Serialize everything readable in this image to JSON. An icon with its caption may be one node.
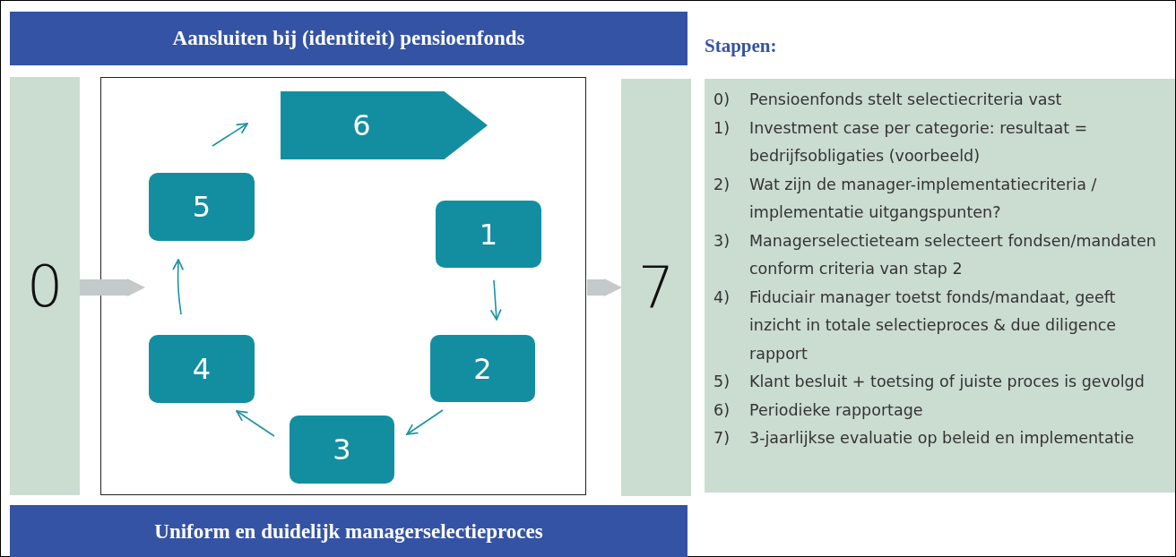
{
  "diagram": {
    "nodes": [
      {
        "text": [
          "Aansluiten bij (identiteit) pensioenfonds"
        ]
      },
      {
        "text": [
          "Uniform en duidelijk managerselectieproces"
        ]
      },
      {
        "text": [
          "0"
        ]
      },
      {
        "text": [],
        "shape": "box"
      },
      {
        "text": [
          "1"
        ],
        "in": 3
      },
      {
        "text": [
          "2"
        ],
        "in": 3
      },
      {
        "text": [
          "3"
        ],
        "in": 3
      },
      {
        "text": [
          "4"
        ],
        "in": 3
      },
      {
        "text": [
          "5"
        ],
        "in": 3
      },
      {
        "text": [
          "6"
        ],
        "in": 3
      },
      {
        "text": [
          "7"
        ]
      },
      {
        "text": [
          "0)",
          "Pensioenfonds stelt selectiecriteria vast",
          "1)",
          "Investment case per categorie: resultaat = bedrijfsobligaties (voorbeeld)",
          "2)",
          "Wat zijn de manager-implementatiecriteria / implementatie uitgangspunten?",
          "3)",
          "Managerselectieteam selecteert fondsen/mandaten conform criteria van stap 2",
          "4)",
          "Fiduciair manager toetst fonds/mandaat, geeft inzicht in totale selectieproces & due diligence rapport",
          "5)",
          "Klant besluit + toetsing of juiste proces is gevolgd",
          "6)",
          "Periodieke rapportage",
          "7)",
          "3-jaarlijkse evaluatie op beleid en implementatie"
        ]
      }
    ],
    "edges": [
      {
        "from": 2,
        "to": 3,
        "arrow": "to",
        "style": "thick",
        "color": "#c4c9ca"
      },
      {
        "from": 3,
        "to": 10,
        "arrow": "to",
        "style": "thick",
        "color": "#c4c9ca"
      },
      {
        "from": 4,
        "to": 5,
        "arrow": "to"
      },
      {
        "from": 5,
        "to": 6,
        "arrow": "to"
      },
      {
        "from": 6,
        "to": 7,
        "arrow": "to"
      },
      {
        "from": 7,
        "to": 8,
        "arrow": "to"
      },
      {
        "from": 8,
        "to": 9,
        "arrow": "to"
      }
    ],
    "labels": [
      "Stappen:"
    ]
  }
}
